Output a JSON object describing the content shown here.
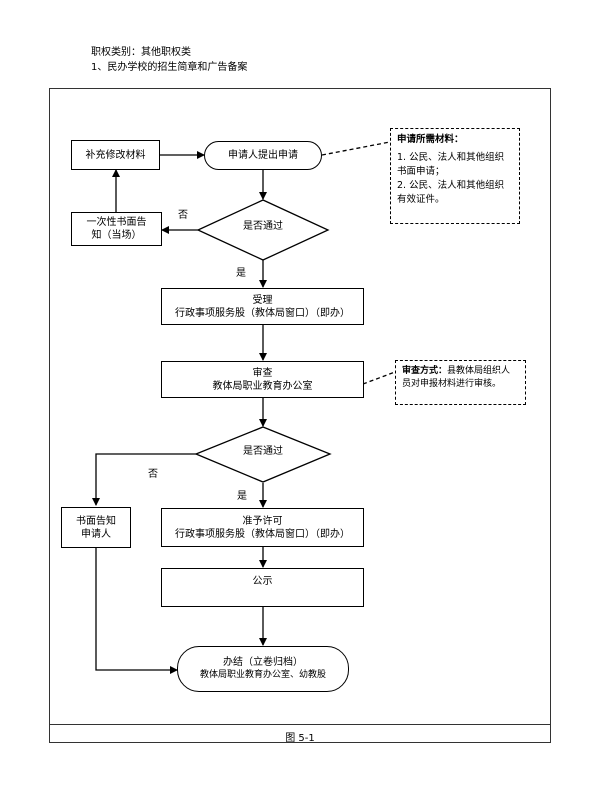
{
  "header": {
    "category": "职权类别：其他职权类",
    "item": "1、民办学校的招生简章和广告备案"
  },
  "nodes": {
    "supplement": "补充修改材料",
    "apply": "申请人提出申请",
    "inform_once": [
      "一次性书面告",
      "知（当场）"
    ],
    "decision1": "是否通过",
    "accept": [
      "受理",
      "行政事项服务股（教体局窗口）（即办）"
    ],
    "review": [
      "审查",
      "教体局职业教育办公室"
    ],
    "decision2": "是否通过",
    "written_notice": [
      "书面告知",
      "申请人"
    ],
    "approve": [
      "准予许可",
      "行政事项服务股（教体局窗口）（即办）"
    ],
    "publicize": "公示",
    "finish": [
      "办结（立卷归档）",
      "教体局职业教育办公室、幼教股"
    ]
  },
  "labels": {
    "no1": "否",
    "yes1": "是",
    "no2": "否",
    "yes2": "是"
  },
  "notes": {
    "materials_title": "申请所需材料：",
    "materials_1": "1. 公民、法人和其他组织书面申请；",
    "materials_2": "2. 公民、法人和其他组织有效证件。",
    "review_title": "审查方式：",
    "review_text": "县教体局组织人员对申报材料进行审核。"
  },
  "caption": "图 5-1"
}
